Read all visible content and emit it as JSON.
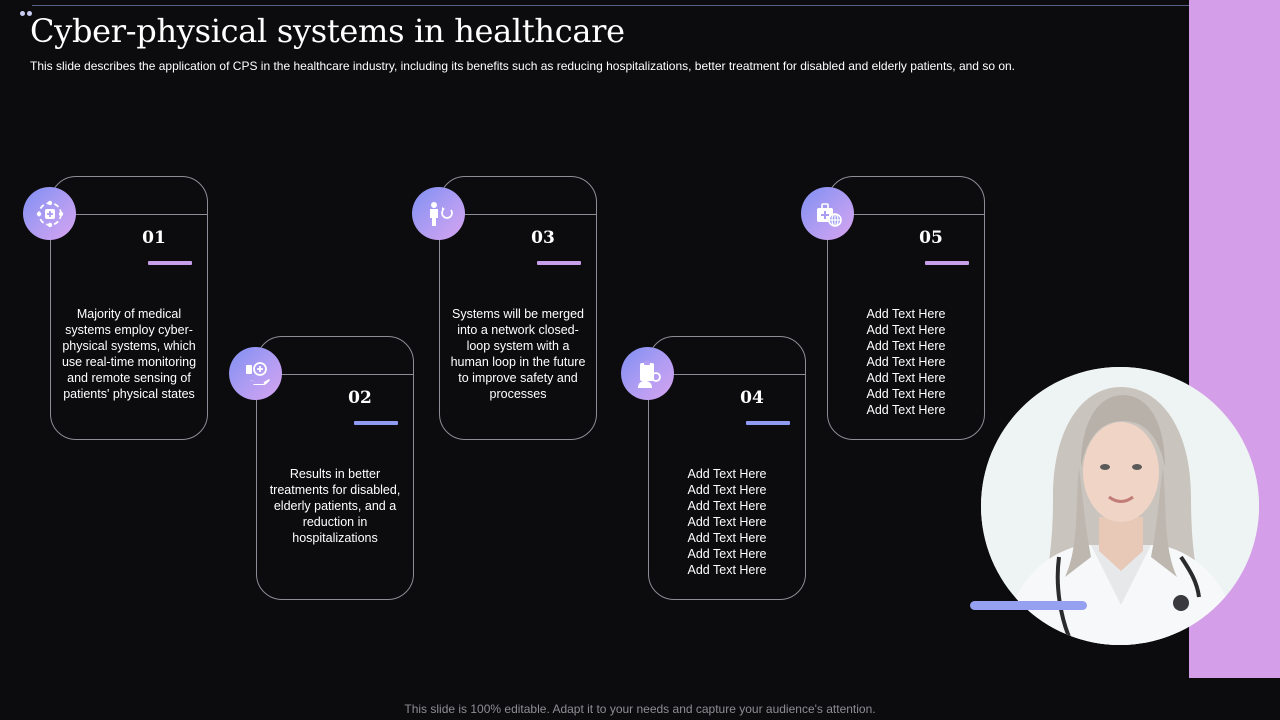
{
  "slide": {
    "title": "Cyber-physical systems in healthcare",
    "subtitle": "This slide describes the application of CPS in the healthcare industry, including its benefits such as reducing hospitalizations, better treatment for disabled and elderly patients, and so on."
  },
  "cards": [
    {
      "number": "01",
      "text": "Majority of medical systems employ cyber-physical systems, which use real-time monitoring and remote sensing of patients' physical states",
      "icon": "medical-network-icon"
    },
    {
      "number": "02",
      "text": "Results in better treatments for disabled, elderly patients, and a reduction in hospitalizations",
      "icon": "medical-hand-icon"
    },
    {
      "number": "03",
      "text": "Systems will be merged into a network closed-loop system with a human loop in the future to improve safety and processes",
      "icon": "human-loop-icon"
    },
    {
      "number": "04",
      "text": "Add Text Here\nAdd Text Here\nAdd Text Here\nAdd Text Here\nAdd Text Here\nAdd Text Here\nAdd Text Here",
      "icon": "clipboard-doctor-icon"
    },
    {
      "number": "05",
      "text": "Add Text Here\nAdd Text Here\nAdd Text Here\nAdd Text Here\nAdd Text Here\nAdd Text Here\nAdd Text Here",
      "icon": "medical-kit-globe-icon"
    }
  ],
  "colors": {
    "background": "#0c0c0e",
    "accent_band": "#d49fe8",
    "accent_pink": "#c99ee8",
    "accent_blue": "#8f9af2"
  },
  "photo": {
    "icon": "doctor-portrait-icon"
  },
  "footer": {
    "text": "This slide is 100% editable. Adapt it to your needs and capture your audience's attention."
  }
}
